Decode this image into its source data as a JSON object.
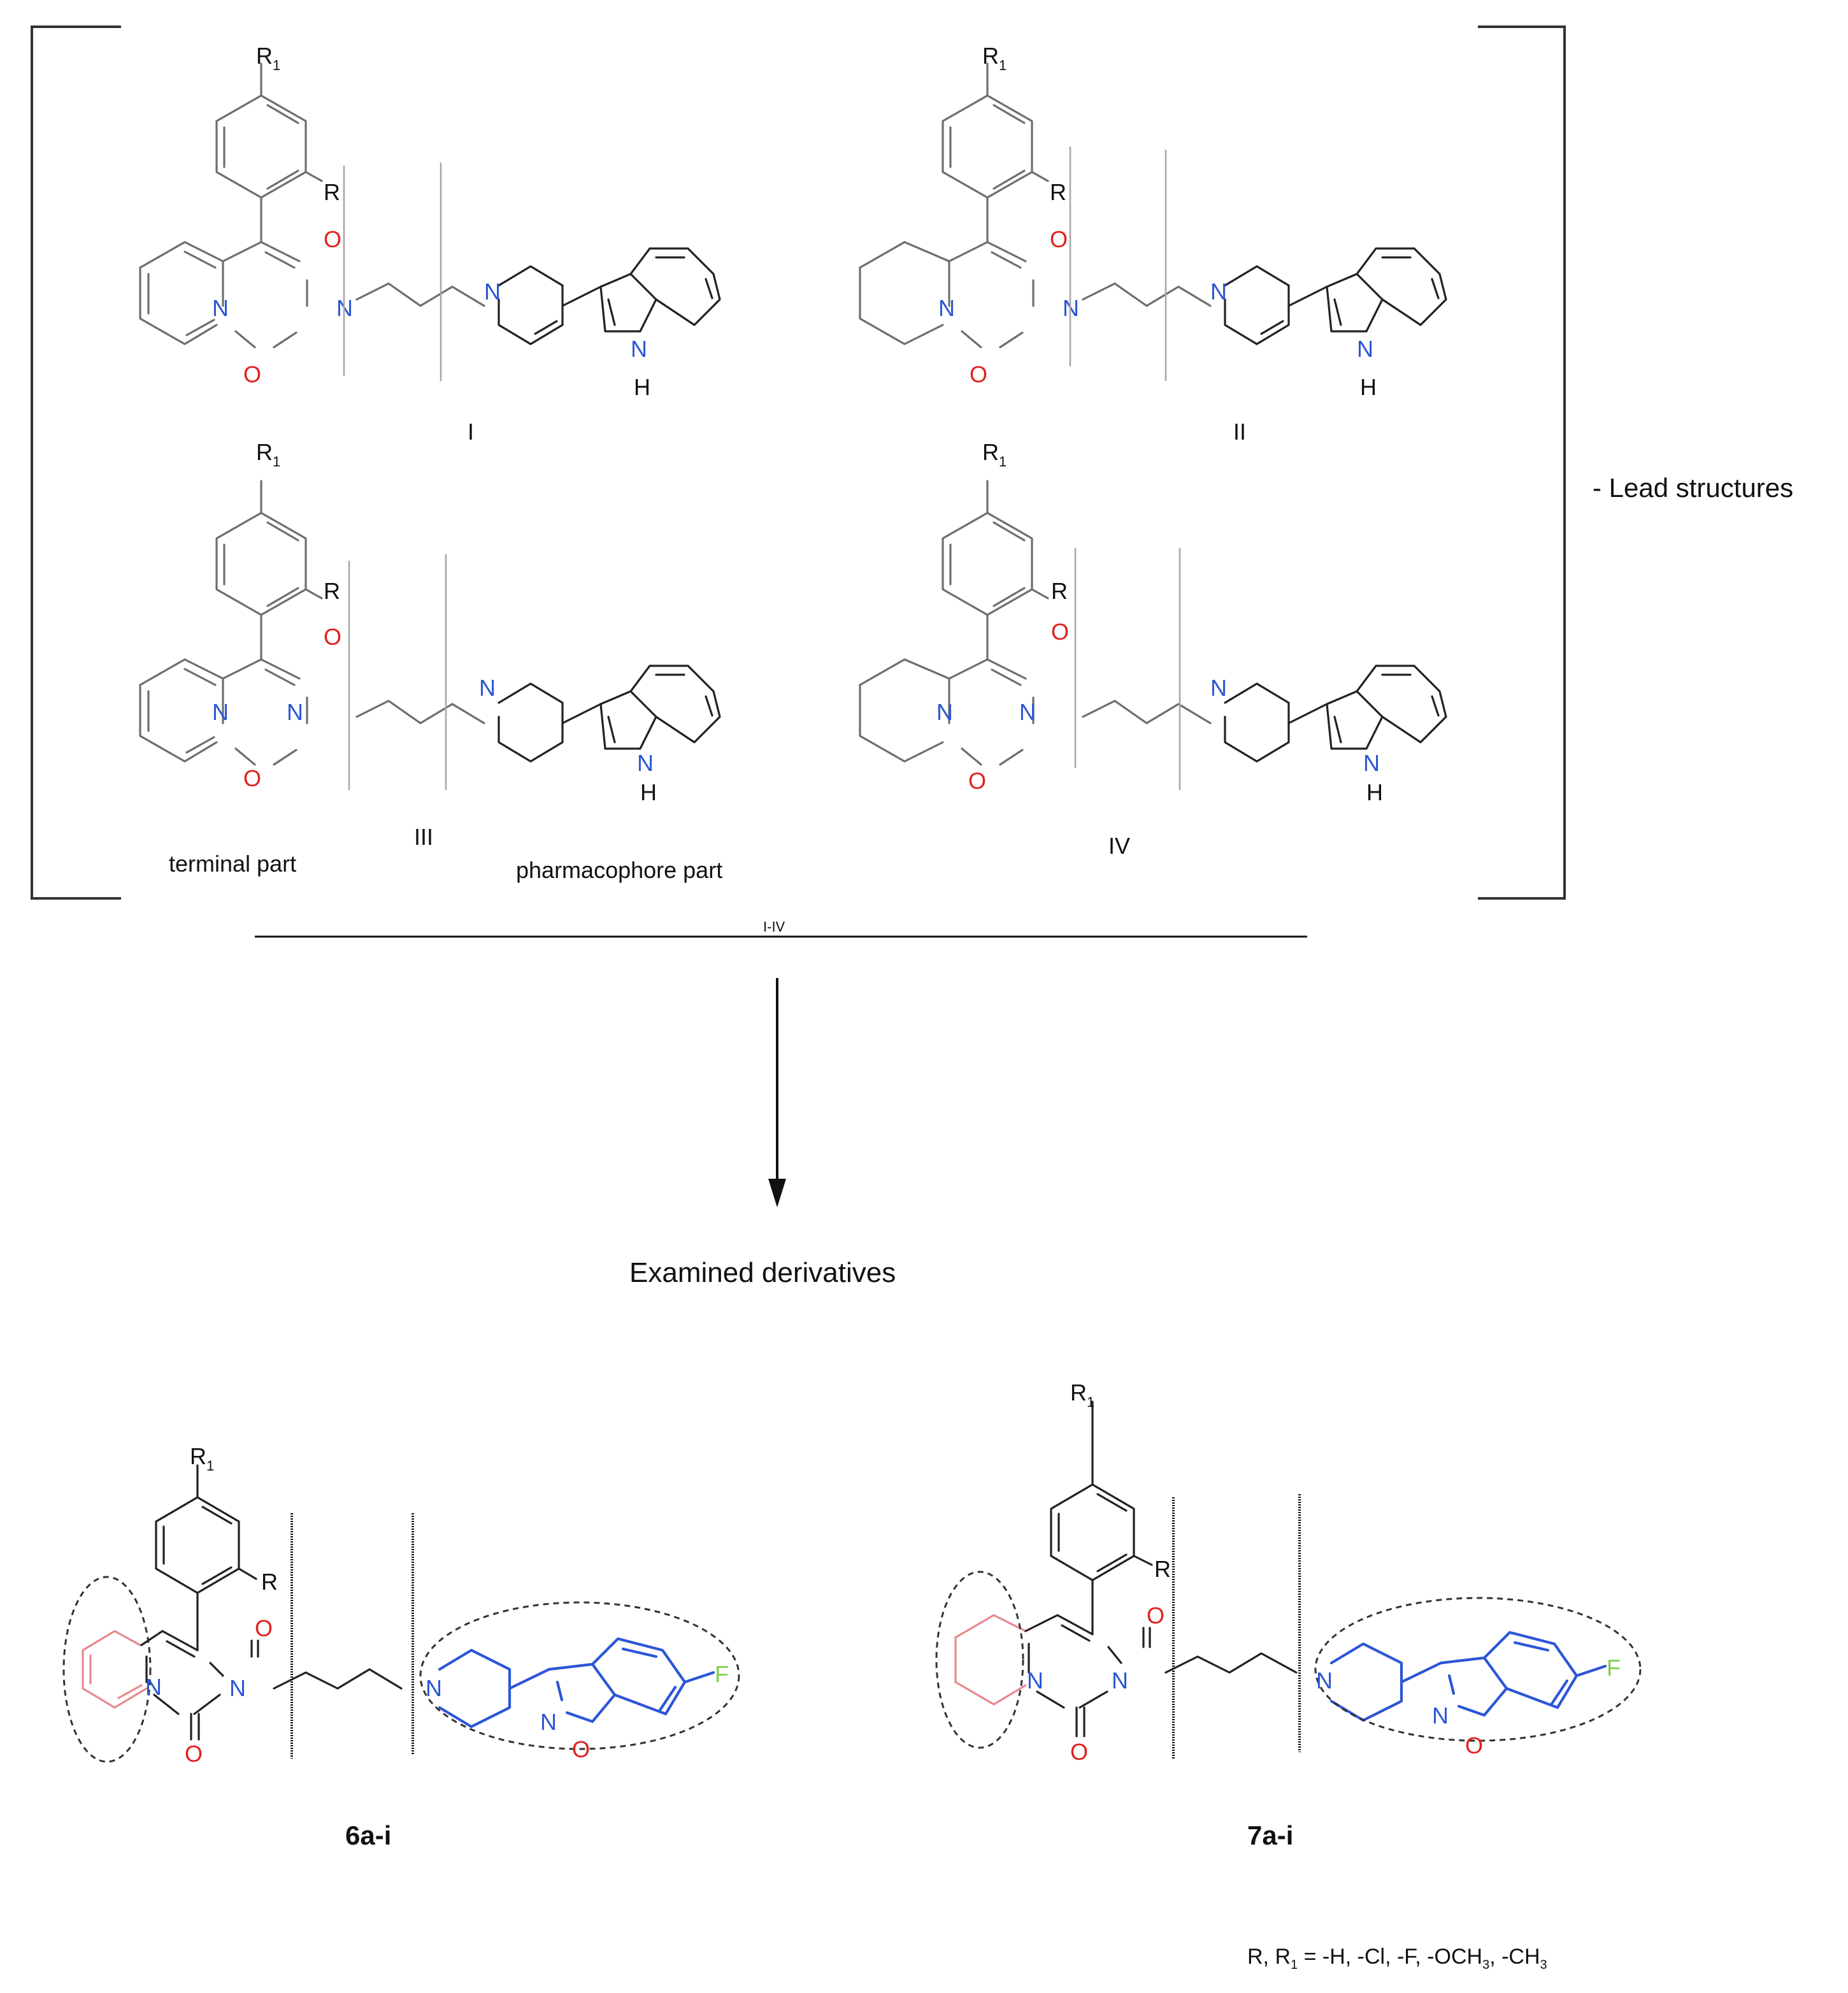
{
  "atoms": {
    "O": "O",
    "N": "N",
    "H": "H",
    "R": "R",
    "R1": "R",
    "R1_sub": "1",
    "F": "F"
  },
  "compounds": {
    "I": "I",
    "II": "II",
    "III": "III",
    "IV": "IV",
    "der6": "6a-i",
    "der7": "7a-i"
  },
  "labels": {
    "terminal_part": "terminal part",
    "pharmacophore_part": "pharmacophore part",
    "lead_structures": "- Lead structures",
    "range": "I-IV",
    "examined": "Examined derivatives",
    "substituents": {
      "prefix": "R, R",
      "sub1": "1",
      "mid": " = -H, -Cl, -F, -OCH",
      "sub3a": "3",
      "mid2": ", -CH",
      "sub3b": "3"
    }
  },
  "colors": {
    "bond": "#222222",
    "terminal_bond": "#6e6e6e",
    "oxygen": "#e0211e",
    "nitrogen": "#2b56d6",
    "fluorine": "#7fcf4a",
    "pink_ring": "#e8898e",
    "blue_fragment": "#2b56d6"
  }
}
